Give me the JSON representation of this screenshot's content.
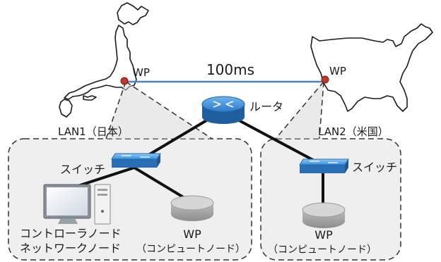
{
  "links": {
    "latency_label": "100ms"
  },
  "sites": {
    "japan": {
      "wp_label": "WP"
    },
    "usa": {
      "wp_label": "WP"
    }
  },
  "router": {
    "label": "ルータ"
  },
  "lan1": {
    "label": "LAN1（日本）",
    "switch_label": "スイッチ",
    "controller_label_line1": "コントローラノード",
    "controller_label_line2": "ネットワークノード",
    "wp_label": "WP",
    "wp_sublabel": "（コンピュートノード）"
  },
  "lan2": {
    "label": "LAN2（米国）",
    "switch_label": "スイッチ",
    "wp_label": "WP",
    "wp_sublabel": "（コンピュートノード）"
  },
  "colors": {
    "wan_line": "#4f81bd",
    "site_dot": "#c0392b",
    "router": "#2b78c5",
    "switch": "#4b9be0",
    "lan_fill": "#efefef",
    "dash": "#333333"
  }
}
